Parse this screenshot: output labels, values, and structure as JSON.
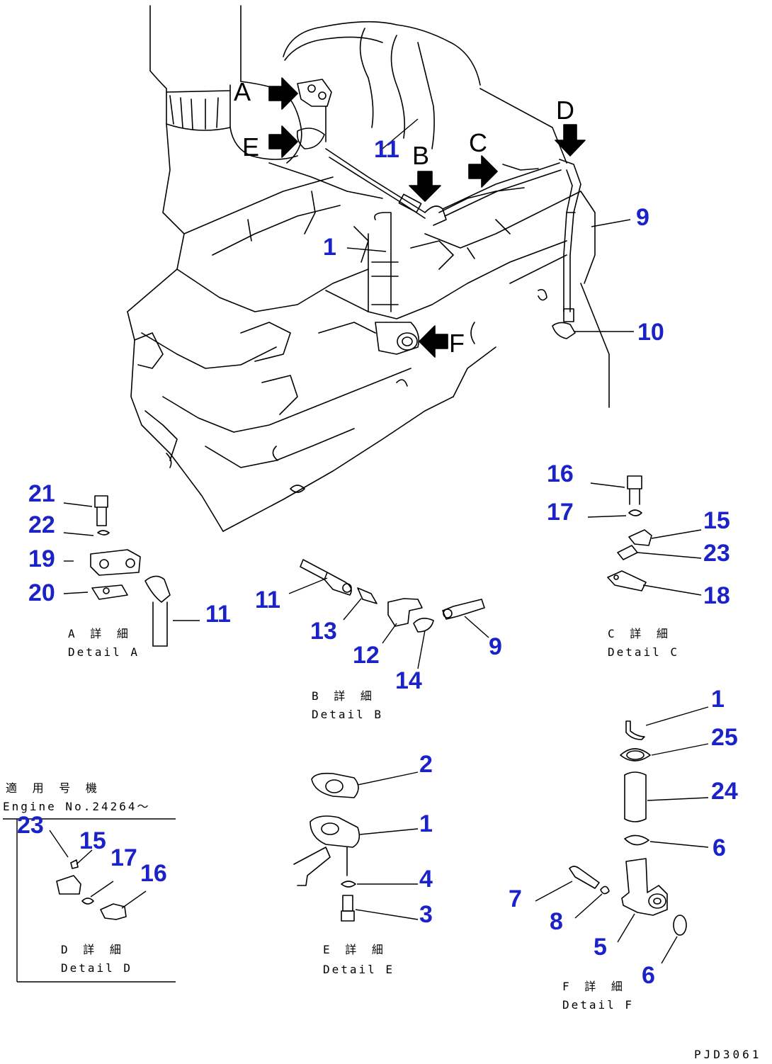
{
  "view_letters": {
    "A": "A",
    "B": "B",
    "C": "C",
    "D": "D",
    "E": "E",
    "F": "F"
  },
  "callouts": {
    "main_11": "11",
    "main_1": "1",
    "main_9": "9",
    "main_10": "10",
    "a_21": "21",
    "a_22": "22",
    "a_19": "19",
    "a_20": "20",
    "a_11": "11",
    "b_11": "11",
    "b_13": "13",
    "b_12": "12",
    "b_14": "14",
    "b_9": "9",
    "c_16": "16",
    "c_17": "17",
    "c_15": "15",
    "c_23": "23",
    "c_18": "18",
    "d_23": "23",
    "d_15": "15",
    "d_17": "17",
    "d_16": "16",
    "e_2": "2",
    "e_1": "1",
    "e_4": "4",
    "e_3": "3",
    "f_1": "1",
    "f_25": "25",
    "f_24": "24",
    "f_6a": "6",
    "f_7": "7",
    "f_8": "8",
    "f_5": "5",
    "f_6b": "6"
  },
  "details": {
    "a": {
      "jp": "A 詳 細",
      "en": "Detail A"
    },
    "b": {
      "jp": "B 詳 細",
      "en": "Detail B"
    },
    "c": {
      "jp": "C 詳 細",
      "en": "Detail C"
    },
    "d": {
      "jp": "D 詳 細",
      "en": "Detail D"
    },
    "e": {
      "jp": "E 詳 細",
      "en": "Detail E"
    },
    "f": {
      "jp": "F 詳 細",
      "en": "Detail F"
    }
  },
  "applicability": {
    "jp": "適 用 号 機",
    "en": "Engine No.24264～"
  },
  "drawing_number": "PJD3061"
}
